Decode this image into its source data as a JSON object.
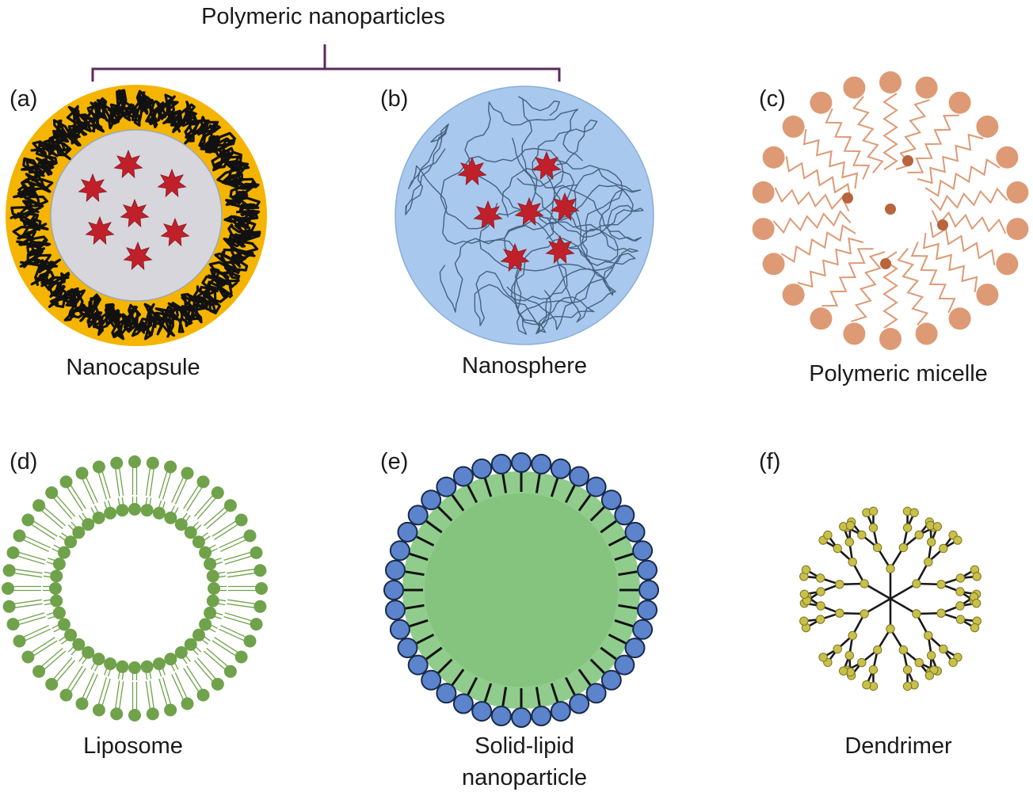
{
  "group_label": "Polymeric nanoparticles",
  "panels": [
    {
      "letter": "(a)",
      "caption": "Nanocapsule"
    },
    {
      "letter": "(b)",
      "caption": "Nanosphere"
    },
    {
      "letter": "(c)",
      "caption": "Polymeric micelle"
    },
    {
      "letter": "(d)",
      "caption": "Liposome"
    },
    {
      "letter": "(e)",
      "caption_line1": "Solid-lipid",
      "caption_line2": "nanoparticle"
    },
    {
      "letter": "(f)",
      "caption": "Dendrimer"
    }
  ],
  "colors": {
    "nanocapsule_shell": "#f5b400",
    "nanocapsule_core": "#d6d6dc",
    "polymer_chain": "#111111",
    "drug": "#c0202a",
    "nanosphere_fill": "#a8c8ee",
    "nanosphere_chain": "#46627f",
    "micelle": "#dd9a74",
    "micelle_drug": "#b8643c",
    "liposome": "#6fa24a",
    "sln_head": "#5c84cc",
    "sln_core": "#90cd8c",
    "dendrimer_line": "#1a1a1a",
    "dendrimer_node": "#c9c04a",
    "bracket": "#5b2a5a"
  }
}
